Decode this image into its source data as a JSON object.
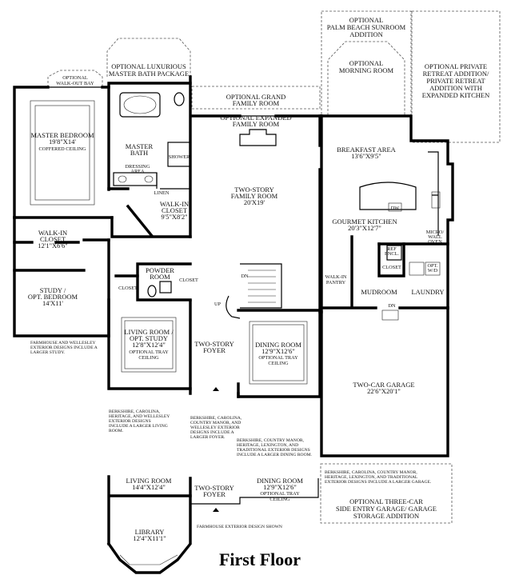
{
  "title": "First Floor",
  "rooms": {
    "master_bedroom": {
      "name": "MASTER BEDROOM",
      "dim": "19'8\"X14'",
      "note": "COFFERED CEILING"
    },
    "master_bath": {
      "name": "MASTER",
      "name2": "BATH"
    },
    "dressing": {
      "name": "DRESSING",
      "name2": "AREA"
    },
    "shower": "SHOWER",
    "linen": "LINEN",
    "walkin_closet_1": {
      "name": "WALK-IN",
      "name2": "CLOSET",
      "dim": "9'5\"X8'2\""
    },
    "walkin_closet_2": {
      "name": "WALK-IN",
      "name2": "CLOSET",
      "dim": "12'1\"X6'6\""
    },
    "study": {
      "name": "STUDY /",
      "name2": "OPT. BEDROOM",
      "dim": "14'X11'"
    },
    "closet_a": "CLOSET",
    "closet_b": "CLOSET",
    "closet_c": "CLOSET",
    "powder": {
      "name": "POWDER",
      "name2": "ROOM"
    },
    "living": {
      "name": "LIVING ROOM /",
      "name2": "OPT. STUDY",
      "dim": "12'8\"X12'4\"",
      "note": "OPTIONAL TRAY",
      "note2": "CEILING"
    },
    "foyer": {
      "name": "TWO-STORY",
      "name2": "FOYER"
    },
    "family": {
      "name": "TWO-STORY",
      "name2": "FAMILY ROOM",
      "dim": "20'X19'"
    },
    "dining": {
      "name": "DINING ROOM",
      "dim": "12'9\"X12'6\"",
      "note": "OPTIONAL TRAY",
      "note2": "CEILING"
    },
    "breakfast": {
      "name": "BREAKFAST AREA",
      "dim": "13'6\"X9'5\""
    },
    "kitchen": {
      "name": "GOURMET KITCHEN",
      "dim": "20'3\"X12'7\""
    },
    "dw": "DW",
    "micro": {
      "l1": "MICRO/",
      "l2": "WALL",
      "l3": "OVEN"
    },
    "ref": {
      "l1": "REF",
      "l2": "ENCL."
    },
    "opt_wd": {
      "l1": "OPT.",
      "l2": "W/D"
    },
    "walkin_pantry": {
      "name": "WALK-IN",
      "name2": "PANTRY"
    },
    "mudroom": "MUDROOM",
    "laundry": "LAUNDRY",
    "garage": {
      "name": "TWO-CAR GARAGE",
      "dim": "22'6\"X20'1\""
    },
    "alt_living": {
      "name": "LIVING ROOM",
      "dim": "14'4\"X12'4\""
    },
    "alt_foyer": {
      "name": "TWO-STORY",
      "name2": "FOYER"
    },
    "alt_dining": {
      "name": "DINING ROOM",
      "dim": "12'9\"X12'6\"",
      "note": "OPTIONAL TRAY",
      "note2": "CEILING"
    },
    "library": {
      "name": "LIBRARY",
      "dim": "12'4\"X11'1\""
    }
  },
  "stairs": {
    "dn1": "DN",
    "up": "UP",
    "dn2": "DN"
  },
  "options": {
    "walkout_bay": {
      "l1": "OPTIONAL",
      "l2": "WALK-OUT BAY"
    },
    "lux_bath": {
      "l1": "OPTIONAL LUXURIOUS",
      "l2": "MASTER BATH PACKAGE"
    },
    "grand_family": {
      "l1": "OPTIONAL GRAND",
      "l2": "FAMILY ROOM"
    },
    "expanded_family": {
      "l1": "OPTIONAL EXPANDED",
      "l2": "FAMILY ROOM"
    },
    "sunroom": {
      "l1": "OPTIONAL",
      "l2": "PALM BEACH SUNROOM",
      "l3": "ADDITION"
    },
    "morning": {
      "l1": "OPTIONAL",
      "l2": "MORNING ROOM"
    },
    "retreat": {
      "l1": "OPTIONAL PRIVATE",
      "l2": "RETREAT ADDITION/",
      "l3": "PRIVATE RETREAT",
      "l4": "ADDITION WITH",
      "l5": "EXPANDED KITCHEN"
    },
    "three_car": {
      "l1": "OPTIONAL THREE-CAR",
      "l2": "SIDE ENTRY GARAGE/ GARAGE",
      "l3": "STORAGE ADDITION"
    }
  },
  "notes": {
    "farmhouse_study": {
      "l1": "FARMHOUSE AND WELLESLEY",
      "l2": "EXTERIOR DESIGNS INCLUDE A",
      "l3": "LARGER STUDY."
    },
    "larger_living": {
      "l1": "BERKSHIRE, CAROLINA,",
      "l2": "HERITAGE, AND WELLESLEY",
      "l3": "EXTERIOR DESIGNS",
      "l4": "INCLUDE A LARGER LIVING",
      "l5": "ROOM."
    },
    "larger_foyer": {
      "l1": "BERKSHIRE, CAROLINA,",
      "l2": "COUNTRY MANOR, AND",
      "l3": "WELLESLEY EXTERIOR",
      "l4": "DESIGNS INCLUDE A",
      "l5": "LARGER FOYER."
    },
    "larger_dining": {
      "l1": "BERKSHIRE, COUNTRY MANOR,",
      "l2": "HERITAGE, LEXINGTON, AND",
      "l3": "TRADITIONAL EXTERIOR DESIGNS",
      "l4": "INCLUDE A LARGER DINING ROOM."
    },
    "larger_garage": {
      "l1": "BERKSHIRE, CAROLINA, COUNTRY MANOR,",
      "l2": "HERITAGE, LEXINGTON, AND TRADITIONAL",
      "l3": "EXTERIOR DESIGNS INCLUDE A LARGER GARAGE."
    },
    "farmhouse_shown": "FARMHOUSE EXTERIOR DESIGN SHOWN"
  }
}
